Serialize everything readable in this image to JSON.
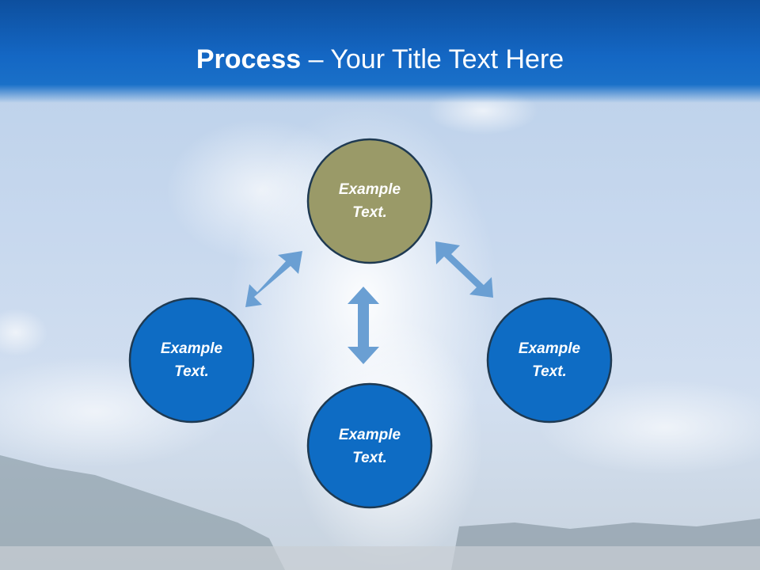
{
  "title": {
    "bold": "Process",
    "dash": " – ",
    "rest": "Your Title Text Here"
  },
  "colors": {
    "title_bar": "#1467c4",
    "node_top": "#9a9a68",
    "node_blue": "#0e6cc4",
    "node_stroke": "#1f3a52",
    "arrow": "#6a9fd3"
  },
  "nodes": [
    {
      "id": "top",
      "line1": "Example",
      "line2": "Text."
    },
    {
      "id": "left",
      "line1": "Example",
      "line2": "Text."
    },
    {
      "id": "bottom",
      "line1": "Example",
      "line2": "Text."
    },
    {
      "id": "right",
      "line1": "Example",
      "line2": "Text."
    }
  ],
  "arrows": [
    {
      "from": "top",
      "to": "left",
      "style": "double-headed"
    },
    {
      "from": "top",
      "to": "bottom",
      "style": "double-headed"
    },
    {
      "from": "top",
      "to": "right",
      "style": "double-headed"
    }
  ]
}
